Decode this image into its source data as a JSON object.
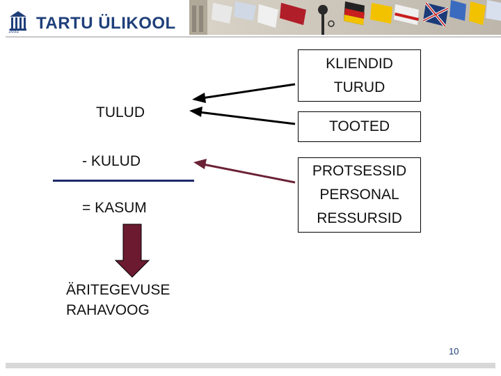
{
  "header": {
    "brand_name": "TARTU ÜLIKOOL",
    "brand_year": "1632"
  },
  "right_boxes": {
    "top": {
      "line1": "KLIENDID",
      "line2": "TURUD"
    },
    "middle": {
      "line1": "TOOTED"
    },
    "bottom": {
      "line1": "PROTSESSID",
      "line2": "PERSONAL",
      "line3": "RESSURSID"
    }
  },
  "left_column": {
    "income": "TULUD",
    "costs": "- KULUD",
    "profit": "= KASUM"
  },
  "cash_flow": {
    "line1": "ÄRITEGEVUSE",
    "line2": "RAHAVOOG"
  },
  "footer": {
    "page_number": "10"
  },
  "colors": {
    "brand_blue": "#1f3f7a",
    "divider_navy": "#1c2a6a",
    "arrow_black": "#000000",
    "arrow_maroon": "#6b2136",
    "down_arrow_fill": "#6b1a30"
  }
}
